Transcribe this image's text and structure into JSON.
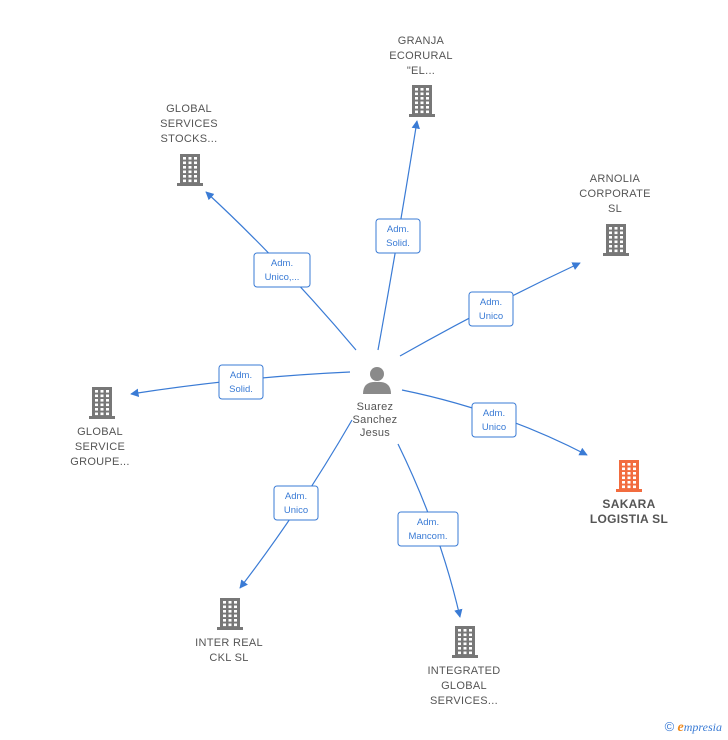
{
  "colors": {
    "edge": "#3a7bd5",
    "company": "#777777",
    "highlight": "#f26c3f",
    "person": "#8a8a8a",
    "label": "#555555"
  },
  "center": {
    "id": "person",
    "label_lines": [
      "Suarez",
      "Sanchez",
      "Jesus"
    ],
    "icon": "person-icon"
  },
  "nodes": [
    {
      "id": "granja",
      "label_lines": [
        "GRANJA",
        "ECORURAL",
        "\"EL..."
      ],
      "icon": "building-icon",
      "highlight": false
    },
    {
      "id": "global-stocks",
      "label_lines": [
        "GLOBAL",
        "SERVICES",
        "STOCKS..."
      ],
      "icon": "building-icon",
      "highlight": false
    },
    {
      "id": "arnolia",
      "label_lines": [
        "ARNOLIA",
        "CORPORATE",
        "SL"
      ],
      "icon": "building-icon",
      "highlight": false
    },
    {
      "id": "global-groupe",
      "label_lines": [
        "GLOBAL",
        "SERVICE",
        "GROUPE..."
      ],
      "icon": "building-icon",
      "highlight": false
    },
    {
      "id": "sakara",
      "label_lines": [
        "SAKARA",
        "LOGISTIA  SL"
      ],
      "icon": "building-icon",
      "highlight": true
    },
    {
      "id": "inter-real",
      "label_lines": [
        "INTER REAL",
        "CKL  SL"
      ],
      "icon": "building-icon",
      "highlight": false
    },
    {
      "id": "integrated",
      "label_lines": [
        "INTEGRATED",
        "GLOBAL",
        "SERVICES..."
      ],
      "icon": "building-icon",
      "highlight": false
    }
  ],
  "edges": [
    {
      "to": "granja",
      "label_lines": [
        "Adm.",
        "Solid."
      ]
    },
    {
      "to": "global-stocks",
      "label_lines": [
        "Adm.",
        "Unico,..."
      ]
    },
    {
      "to": "arnolia",
      "label_lines": [
        "Adm.",
        "Unico"
      ]
    },
    {
      "to": "global-groupe",
      "label_lines": [
        "Adm.",
        "Solid."
      ]
    },
    {
      "to": "sakara",
      "label_lines": [
        "Adm.",
        "Unico"
      ]
    },
    {
      "to": "inter-real",
      "label_lines": [
        "Adm.",
        "Unico"
      ]
    },
    {
      "to": "integrated",
      "label_lines": [
        "Adm.",
        "Mancom."
      ]
    }
  ],
  "footer": {
    "copyright": "©",
    "brand_initial": "e",
    "brand_rest": "mpresia"
  }
}
